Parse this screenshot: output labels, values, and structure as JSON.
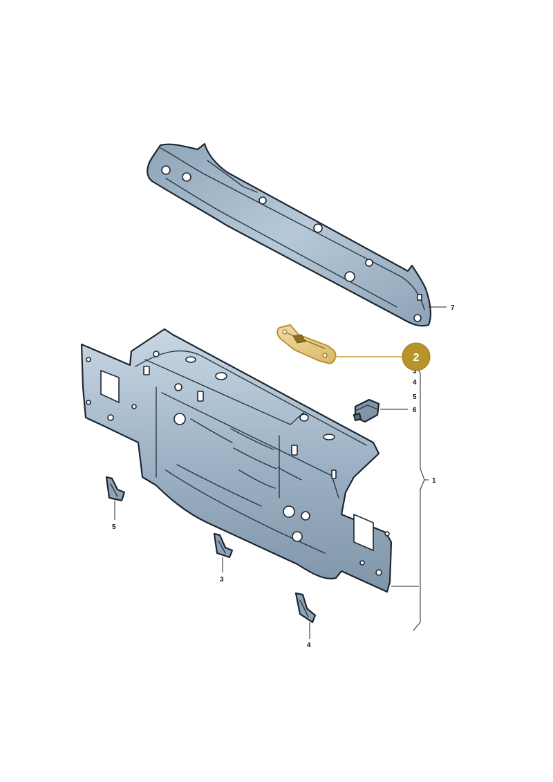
{
  "colors": {
    "part_fill": "#9db2c4",
    "part_light": "#c9d7e3",
    "part_dark": "#6f8597",
    "outline": "#1b2530",
    "highlight_fill": "#e6cd8c",
    "highlight_stroke": "#b8932a",
    "badge": "#b8932a",
    "leader_highlight": "#c9a43a"
  },
  "callouts": {
    "highlighted": "2",
    "right_column": [
      "3",
      "4",
      "5",
      "6",
      "7"
    ],
    "bracket_label": "1",
    "loose_parts": [
      "5",
      "3",
      "4"
    ]
  },
  "parts": {
    "upper_crossmember": "cross-member-part",
    "bracket": "highlighted-bracket-part",
    "connector": "connector-clip-part",
    "rear_panel": "rear-panel-part",
    "small_brackets": [
      "reinforcement-5",
      "reinforcement-3",
      "reinforcement-4"
    ]
  }
}
